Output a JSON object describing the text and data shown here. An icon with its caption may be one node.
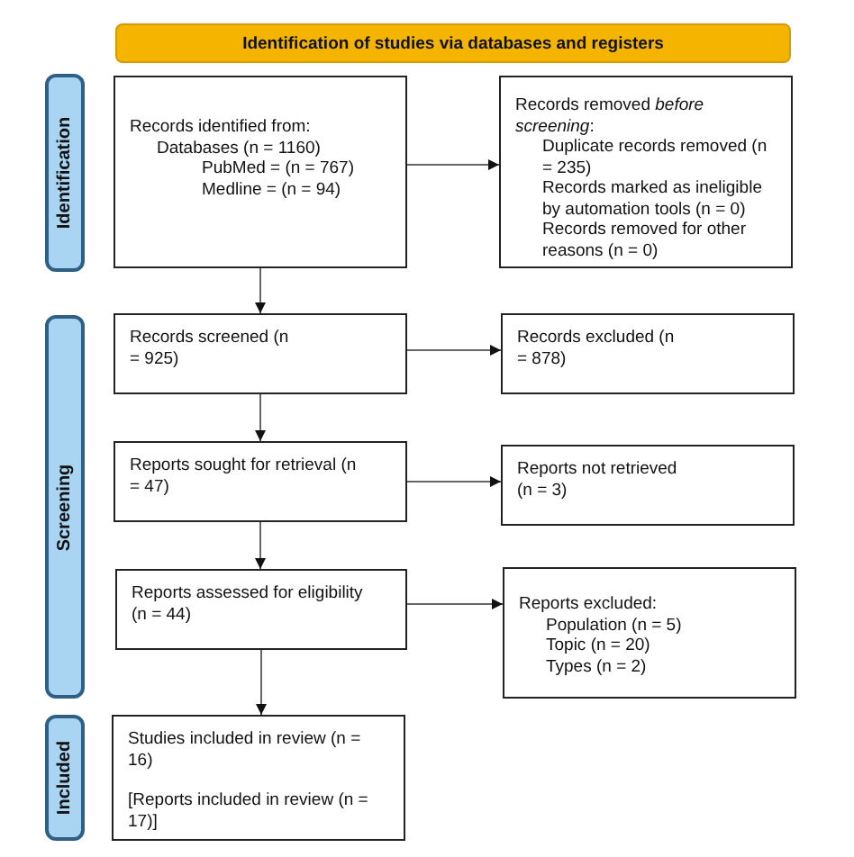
{
  "diagram": {
    "nodes": [
      {
        "text": [
          "Identification of studies via databases and registers"
        ]
      },
      {
        "text": [
          "Identification"
        ]
      },
      {
        "text": [
          "Screening"
        ]
      },
      {
        "text": [
          "Included"
        ]
      },
      {
        "text": [
          "Records identified from:",
          "Databases (n = 1160)",
          "PubMed = (n = 767)",
          "Medline = (n = 94)"
        ]
      },
      {
        "text": [
          "Records removed *before screening*:",
          "Duplicate records removed (n = 235)",
          "Records marked as ineligible by automation tools (n = 0)",
          "Records removed for other reasons (n = 0)"
        ]
      },
      {
        "text": [
          "Records screened (n = 925)"
        ]
      },
      {
        "text": [
          "Records excluded (n = 878)"
        ]
      },
      {
        "text": [
          "Reports sought for retrieval (n = 47)"
        ]
      },
      {
        "text": [
          "Reports not retrieved (n = 3)"
        ]
      },
      {
        "text": [
          "Reports assessed for eligibility (n = 44)"
        ]
      },
      {
        "text": [
          "Reports excluded:",
          "Population (n = 5)",
          "Topic (n = 20)",
          "Types (n = 2)"
        ]
      },
      {
        "text": [
          "Studies included in review (n = 16)",
          "[Reports included in review (n = 17)]"
        ]
      }
    ],
    "edges": [
      {
        "from": 4,
        "to": 5,
        "arrow": "to"
      },
      {
        "from": 4,
        "to": 6,
        "arrow": "to"
      },
      {
        "from": 6,
        "to": 7,
        "arrow": "to"
      },
      {
        "from": 6,
        "to": 8,
        "arrow": "to"
      },
      {
        "from": 8,
        "to": 9,
        "arrow": "to"
      },
      {
        "from": 8,
        "to": 10,
        "arrow": "to"
      },
      {
        "from": 10,
        "to": 11,
        "arrow": "to"
      },
      {
        "from": 10,
        "to": 12,
        "arrow": "to"
      }
    ]
  }
}
